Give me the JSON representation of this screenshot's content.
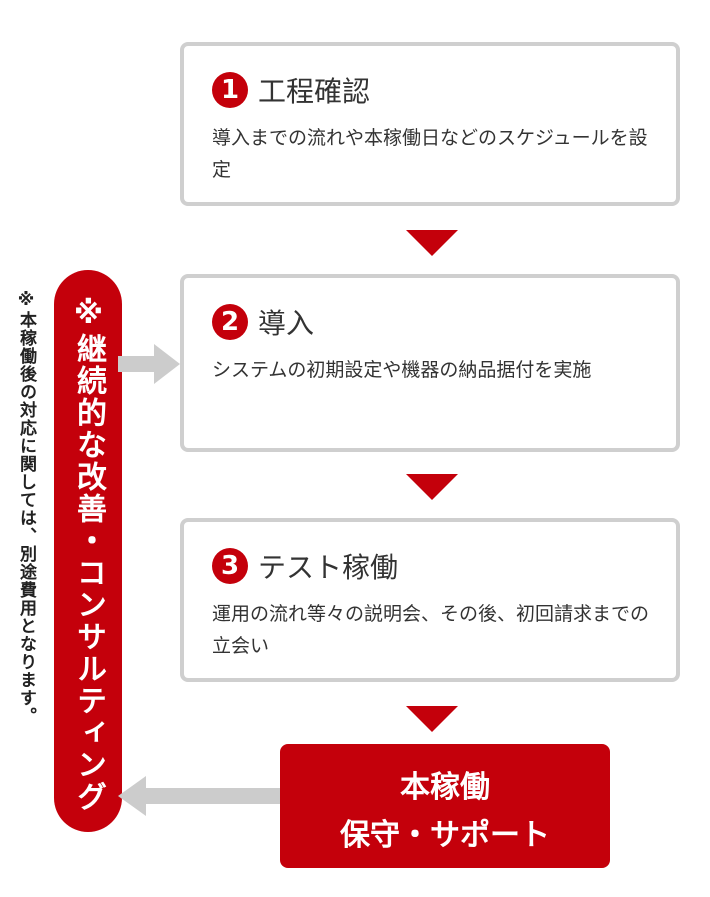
{
  "steps": [
    {
      "number": "1",
      "title": "工程確認",
      "description": "導入までの流れや本稼働日などのスケジュールを設定"
    },
    {
      "number": "2",
      "title": "導入",
      "description": "システムの初期設定や機器の納品据付を実施"
    },
    {
      "number": "3",
      "title": "テスト稼働",
      "description": "運用の流れ等々の説明会、その後、初回請求までの立会い"
    }
  ],
  "final": {
    "line1": "本稼働",
    "line2": "保守・サポート"
  },
  "consulting": {
    "label": "※継続的な改善・コンサルティング"
  },
  "side_note": "※本稼働後の対応に関しては、別途費用となります。",
  "colors": {
    "accent": "#c4000b",
    "box_border": "#cfcfcf",
    "connector": "#cccccc"
  }
}
